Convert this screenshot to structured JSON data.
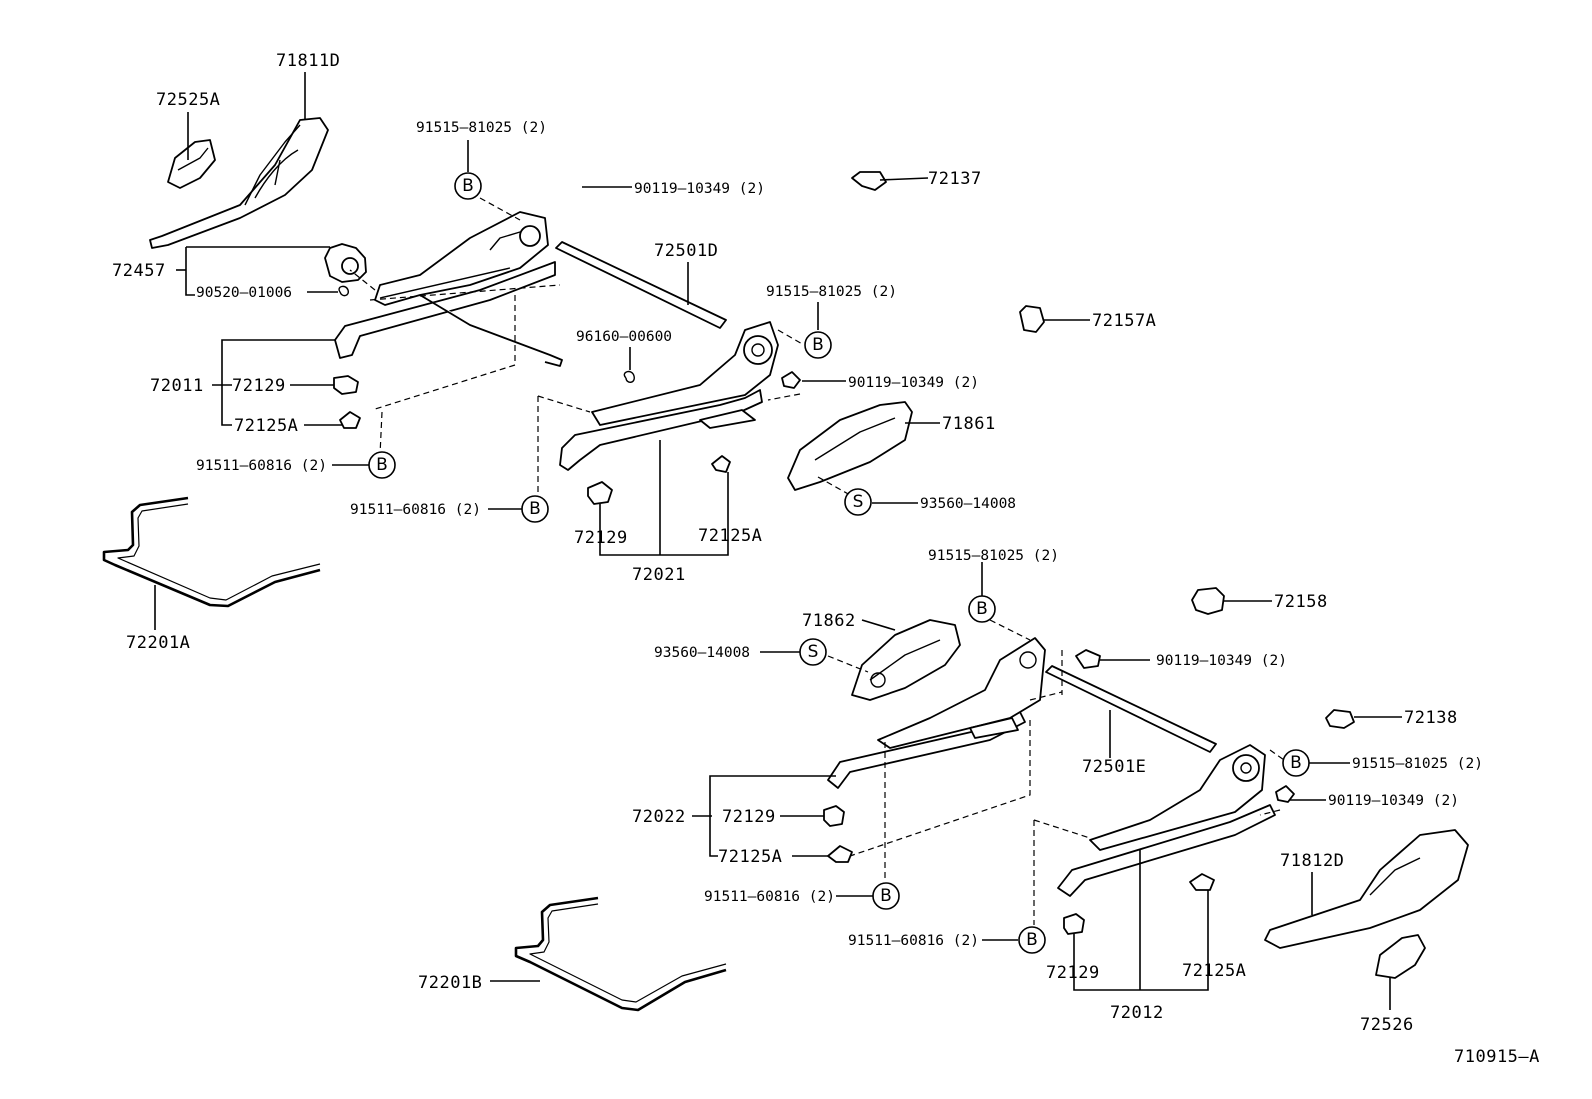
{
  "diagram": {
    "ref": "710915–A",
    "labels": {
      "p71811D": "71811D",
      "p72525A": "72525A",
      "p91515_a": "91515–81025 (2)",
      "p90119_a": "90119–10349 (2)",
      "p72137": "72137",
      "p72501D": "72501D",
      "p72457": "72457",
      "p90520": "90520–01006",
      "p91515_b": "91515–81025 (2)",
      "p72157A": "72157A",
      "p96160": "96160–00600",
      "p72011": "72011",
      "p72129_a": "72129",
      "p90119_b": "90119–10349 (2)",
      "p72125A_a": "72125A",
      "p71861": "71861",
      "p91511_a": "91511–60816 (2)",
      "p93560_a": "93560–14008",
      "p91511_b": "91511–60816 (2)",
      "p72129_b": "72129",
      "p72125A_b": "72125A",
      "p72021": "72021",
      "p72201A": "72201A",
      "p91515_c": "91515–81025 (2)",
      "p72158": "72158",
      "p71862": "71862",
      "p93560_b": "93560–14008",
      "p90119_c": "90119–10349 (2)",
      "p72138": "72138",
      "p72501E": "72501E",
      "p91515_d": "91515–81025 (2)",
      "p90119_d": "90119–10349 (2)",
      "p72022": "72022",
      "p72129_c": "72129",
      "p72125A_c": "72125A",
      "p71812D": "71812D",
      "p91511_c": "91511–60816 (2)",
      "p91511_d": "91511–60816 (2)",
      "p72129_d": "72129",
      "p72125A_d": "72125A",
      "p72012": "72012",
      "p72526": "72526",
      "p72201B": "72201B"
    },
    "callouts": {
      "b": "B",
      "s": "S"
    }
  }
}
